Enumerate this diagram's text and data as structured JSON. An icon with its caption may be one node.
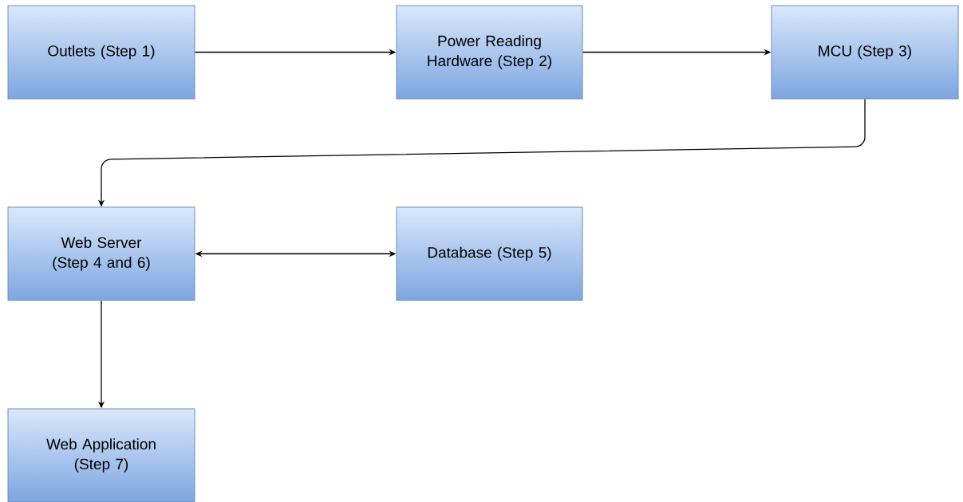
{
  "diagram": {
    "nodes": [
      {
        "text": [
          "Outlets (Step 1)"
        ]
      },
      {
        "text": [
          "Power Reading Hardware (Step 2)"
        ]
      },
      {
        "text": [
          "MCU (Step 3)"
        ]
      },
      {
        "text": [
          "Web Server (Step 4 and 6)"
        ]
      },
      {
        "text": [
          "Database (Step 5)"
        ]
      },
      {
        "text": [
          "Web Application (Step 7)"
        ]
      }
    ],
    "edges": [
      {
        "from": 0,
        "to": 1,
        "arrow": "to"
      },
      {
        "from": 1,
        "to": 2,
        "arrow": "to"
      },
      {
        "from": 2,
        "to": 3,
        "arrow": "to"
      },
      {
        "from": 3,
        "to": 4,
        "arrow": "both"
      },
      {
        "from": 3,
        "to": 5,
        "arrow": "to"
      }
    ]
  }
}
